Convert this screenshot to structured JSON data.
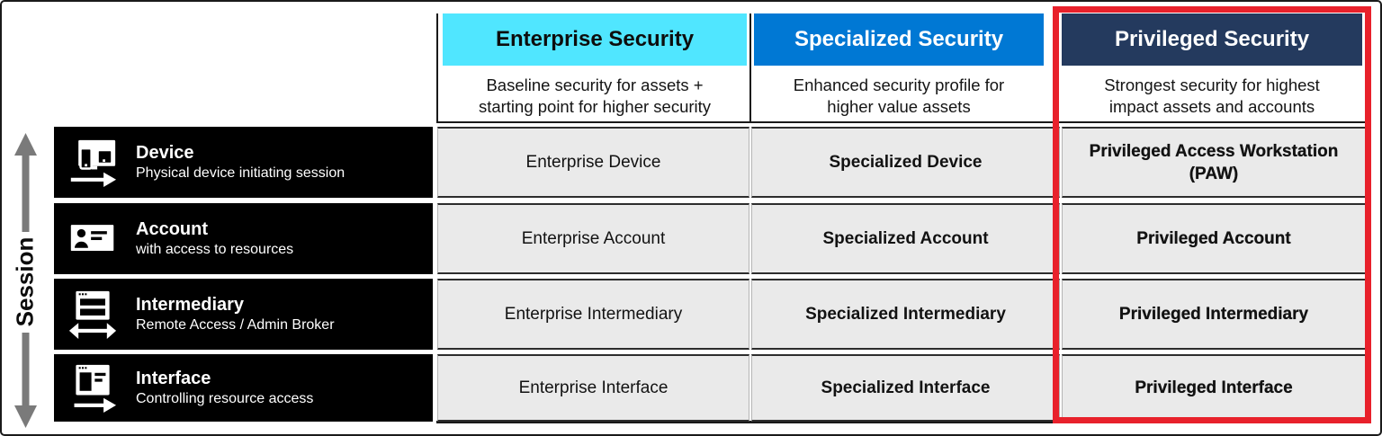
{
  "palette": {
    "enterprise_header_bg": "#50E6FF",
    "specialized_header_bg": "#0078D4",
    "privileged_header_bg": "#243A5E",
    "highlight_red": "#E8212B",
    "cell_bg": "#EAEAEA",
    "row_header_bg": "#000000",
    "arrow_gray": "#7A7A7A"
  },
  "session": {
    "label": "Session"
  },
  "columns": [
    {
      "title": "Enterprise Security",
      "subtitle": [
        "Baseline security for assets +",
        "starting point for higher security"
      ]
    },
    {
      "title": "Specialized Security",
      "subtitle": [
        "Enhanced security profile for",
        "higher value assets"
      ]
    },
    {
      "title": "Privileged Security",
      "subtitle": [
        "Strongest security for highest",
        "impact assets and accounts"
      ]
    }
  ],
  "rows": [
    {
      "title": "Device",
      "subtitle": "Physical device initiating session",
      "icon": "device-icon",
      "cells": [
        "Enterprise Device",
        "Specialized Device",
        "Privileged Access Workstation (PAW)"
      ]
    },
    {
      "title": "Account",
      "subtitle": "with access to resources",
      "icon": "account-icon",
      "cells": [
        "Enterprise Account",
        "Specialized Account",
        "Privileged Account"
      ]
    },
    {
      "title": "Intermediary",
      "subtitle": "Remote Access / Admin Broker",
      "icon": "intermediary-icon",
      "cells": [
        "Enterprise Intermediary",
        "Specialized Intermediary",
        "Privileged Intermediary"
      ]
    },
    {
      "title": "Interface",
      "subtitle": "Controlling resource access",
      "icon": "interface-icon",
      "cells": [
        "Enterprise Interface",
        "Specialized Interface",
        "Privileged Interface"
      ]
    }
  ]
}
